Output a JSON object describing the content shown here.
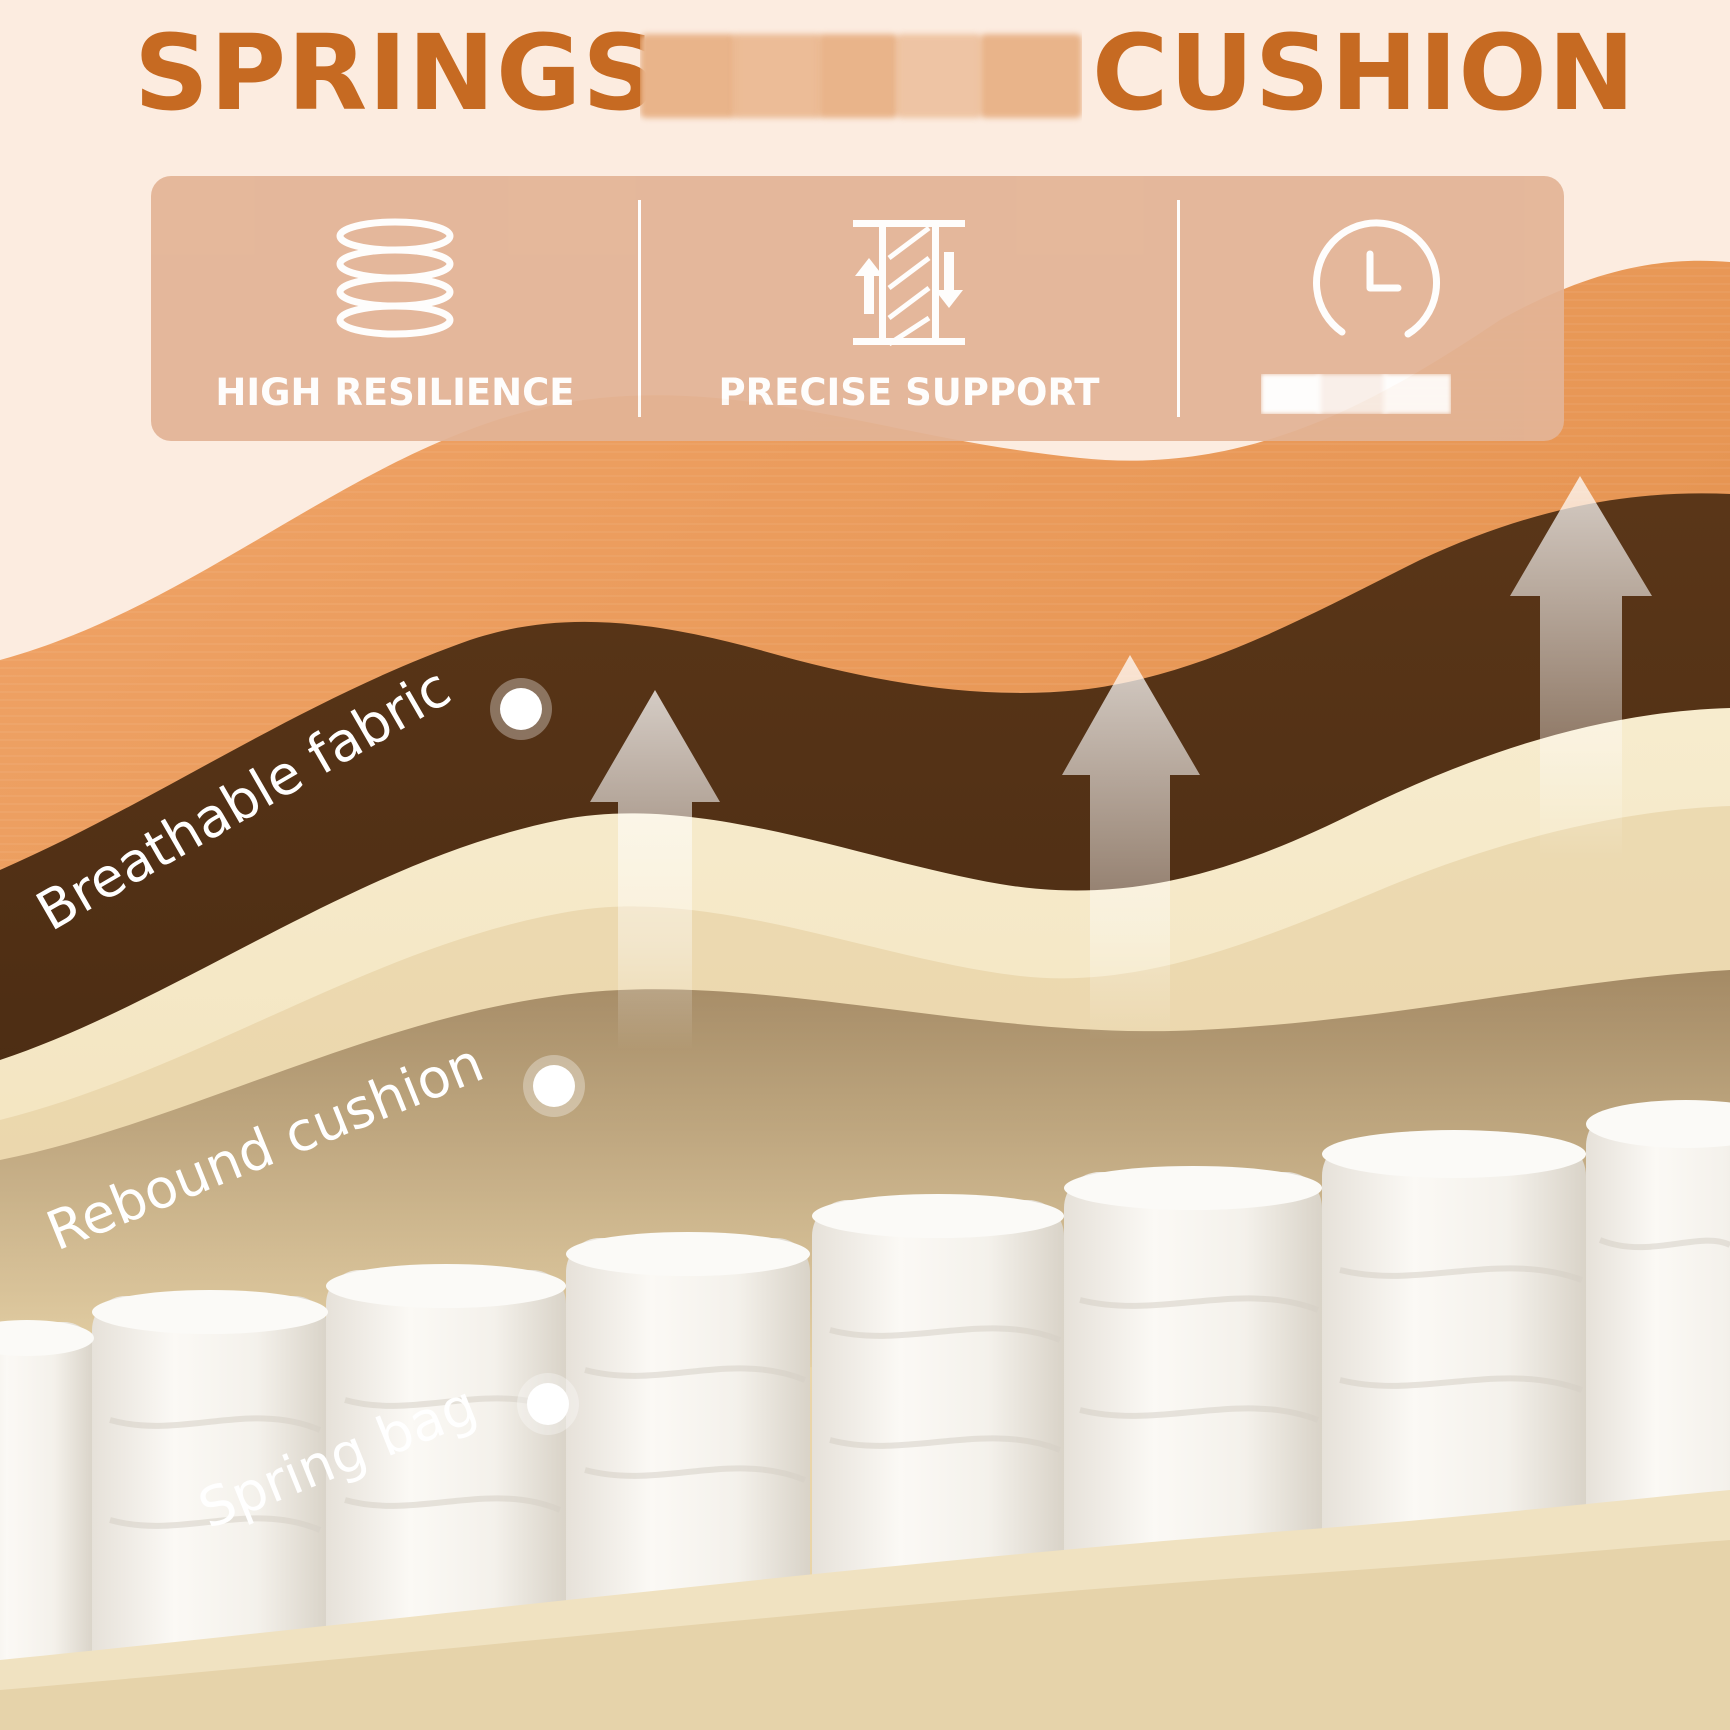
{
  "title": {
    "left_word": "SPRINGS",
    "right_word": "CUSHION",
    "color": "#c66a22",
    "blur_color": "#e9b48a"
  },
  "features": [
    {
      "label": "HIGH RESILIENCE",
      "icon": "spring-coil-icon"
    },
    {
      "label": "PRECISE SUPPORT",
      "icon": "support-arrows-icon"
    },
    {
      "label": "",
      "icon": "clock-icon"
    }
  ],
  "layers": [
    {
      "label": "Breathable fabric"
    },
    {
      "label": "Rebound cushion"
    },
    {
      "label": "Spring bag"
    }
  ],
  "colors": {
    "background": "#fcece0",
    "panel": "#e3b496",
    "orange_fabric": "#e99b5c",
    "brown_fabric": "#4f2f16",
    "cream_cushion": "#f5e7c3",
    "spring_pocket": "#f2efea",
    "base_board": "#efe0bd",
    "icon_white": "#ffffff"
  }
}
